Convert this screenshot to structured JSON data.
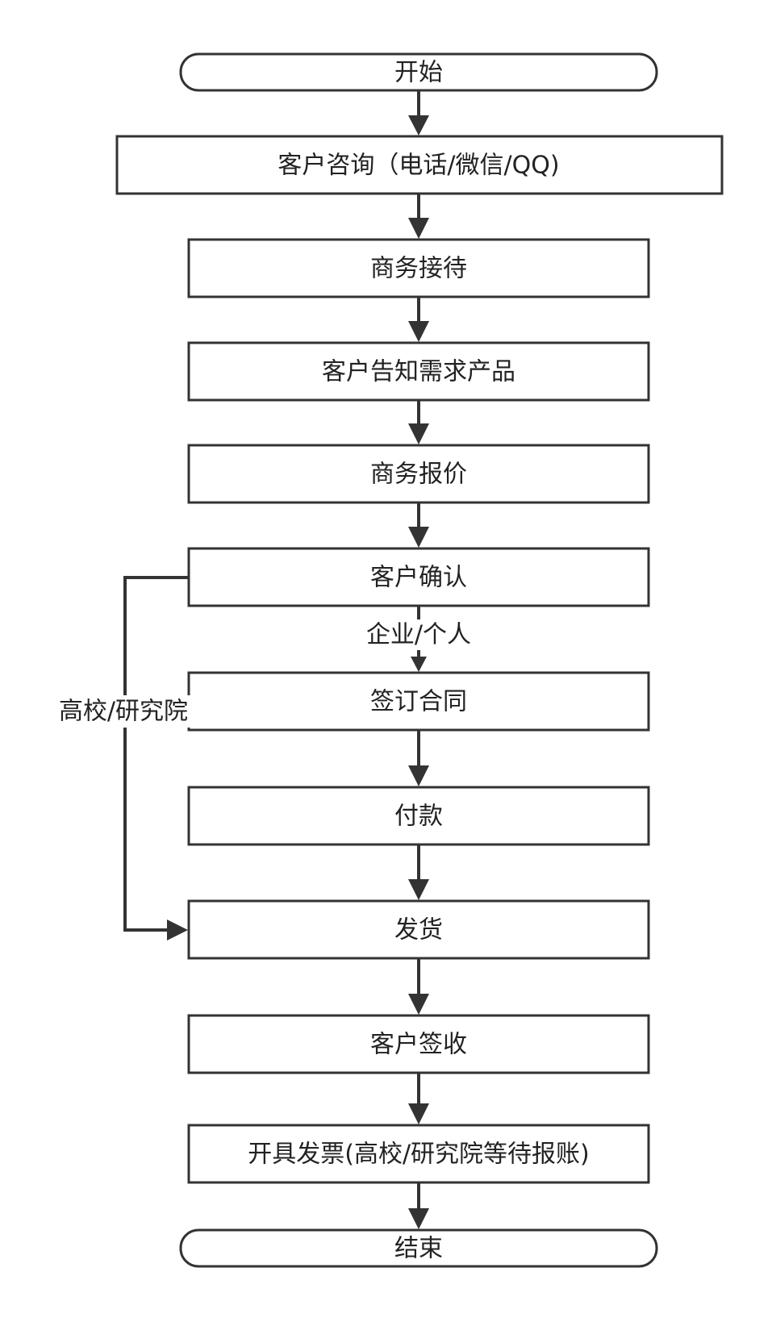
{
  "nodes": {
    "start": "开始",
    "consult": "客户咨询（电话/微信/QQ)",
    "reception": "商务接待",
    "inform": "客户告知需求产品",
    "quote": "商务报价",
    "confirm": "客户确认",
    "contract": "签订合同",
    "pay": "付款",
    "ship": "发货",
    "sign": "客户签收",
    "invoice": "开具发票(高校/研究院等待报账)",
    "end": "结束"
  },
  "edge_labels": {
    "enterprise": "企业/个人",
    "university": "高校/研究院"
  },
  "colors": {
    "stroke": "#333333",
    "fill": "#ffffff",
    "text": "#222222"
  }
}
